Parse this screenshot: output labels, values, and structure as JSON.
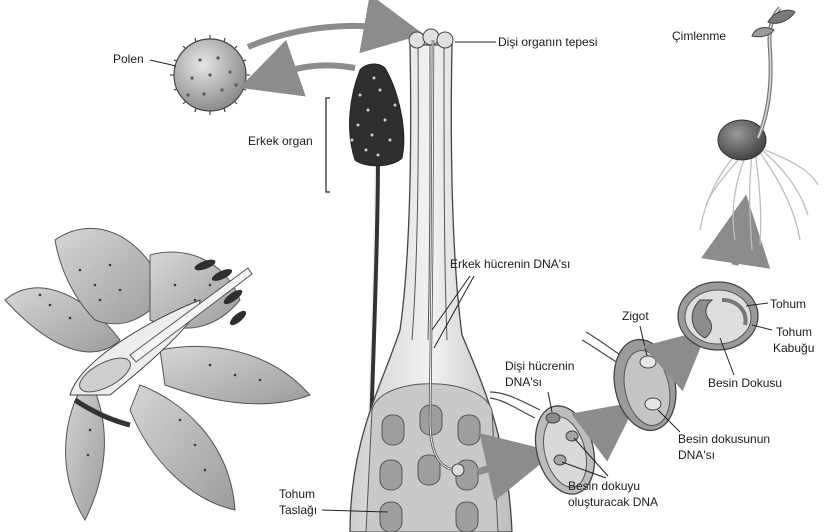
{
  "labels": {
    "polen": "Polen",
    "disi_tepe": "Dişi organın tepesi",
    "erkek_organ": "Erkek organ",
    "cimlenme": "Çimlenme",
    "erkek_dna": "Erkek hücrenin DNA'sı",
    "zigot": "Zigot",
    "tohum": "Tohum",
    "tohum_kabugu_1": "Tohum",
    "tohum_kabugu_2": "Kabuğu",
    "disi_dna_1": "Dişi hücrenin",
    "disi_dna_2": "DNA'sı",
    "besin_dokusu": "Besin Dokusu",
    "besin_dokusunun_dna_1": "Besin dokusunun",
    "besin_dokusunun_dna_2": "DNA'sı",
    "besin_dokuyu_1": "Besin dokuyu",
    "besin_dokuyu_2": "oluşturacak DNA",
    "tohum_taslagi_1": "Tohum",
    "tohum_taslagi_2": "Taslağı"
  },
  "colors": {
    "line": "#2b2b2b",
    "tissue_light": "#dcdcdc",
    "tissue_mid": "#b8b8b8",
    "tissue_dark": "#8a8a8a",
    "arrow": "#8c8c8c"
  }
}
